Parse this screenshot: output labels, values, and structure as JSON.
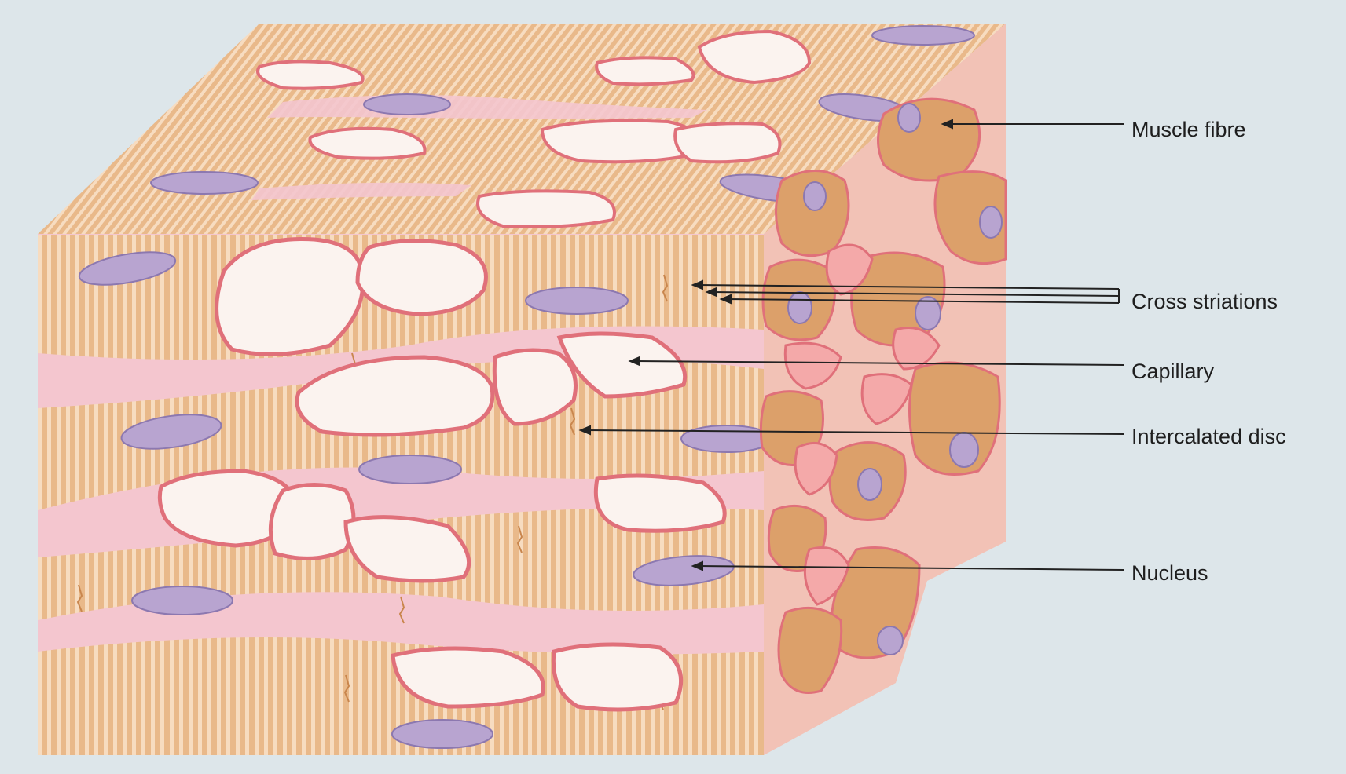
{
  "diagram": {
    "labels": {
      "muscle_fibre": "Muscle fibre",
      "cross_striations": "Cross striations",
      "capillary": "Capillary",
      "intercalated_disc": "Intercalated disc",
      "nucleus": "Nucleus"
    },
    "colors": {
      "background": "#dde6ea",
      "fibre": "#e9b98a",
      "fibre_dark": "#dca06a",
      "striation": "#f7dcc0",
      "interstitium": "#f4c6cf",
      "capillary_fill": "#fbf3ef",
      "capillary_edge": "#e0707a",
      "nucleus": "#b8a4d0",
      "nucleus_edge": "#8c78b0",
      "leader_line": "#222222"
    }
  }
}
